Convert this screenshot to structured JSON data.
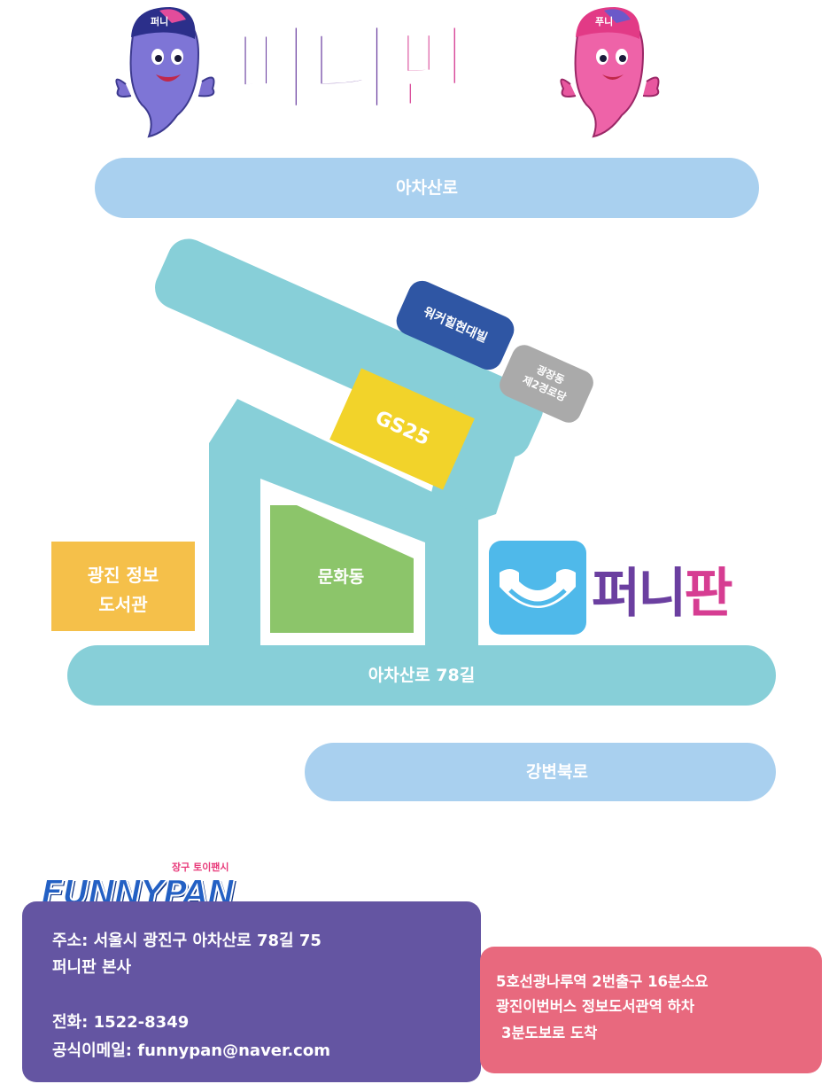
{
  "header": {
    "title_part1": "퍼니",
    "title_part2": "판",
    "mascot_left_cap": "퍼니",
    "mascot_right_cap": "푸니"
  },
  "map": {
    "road_top": "아차산로",
    "road_middle": "아차산로 78길",
    "road_bottom": "강변북로",
    "building_blue": "워커힐현대빌",
    "building_gray_line1": "광장동",
    "building_gray_line2": "제2경로당",
    "store_yellow": "GS25",
    "library_line1": "광진 정보",
    "library_line2": "도서관",
    "block_green": "문화동",
    "destination_name_part1": "퍼니",
    "destination_name_part2": "판"
  },
  "logo": {
    "text": "FUNNYPAN",
    "tagline": "장구 토이팬시"
  },
  "address_box": {
    "address": "주소: 서울시 광진구 아차산로 78길 75",
    "office": "퍼니판 본사",
    "phone": "전화: 1522-8349",
    "email": "공식이메일: funnypan@naver.com"
  },
  "directions_box": {
    "line1": "5호선광나루역 2번출구 16분소요",
    "line2": "광진이번버스 정보도서관역 하차",
    "line3": "3분도보로 도착"
  },
  "colors": {
    "purple": "#6b3fa0",
    "pink": "#d63d92",
    "teal_road": "#87cfd8",
    "blue_road": "#a9d0ef",
    "yellow": "#f2d32a",
    "green": "#8cc56a",
    "orange": "#f5c04a",
    "navy": "#2f56a4",
    "gray": "#aaaaaa",
    "icon_blue": "#4fb9ea"
  }
}
